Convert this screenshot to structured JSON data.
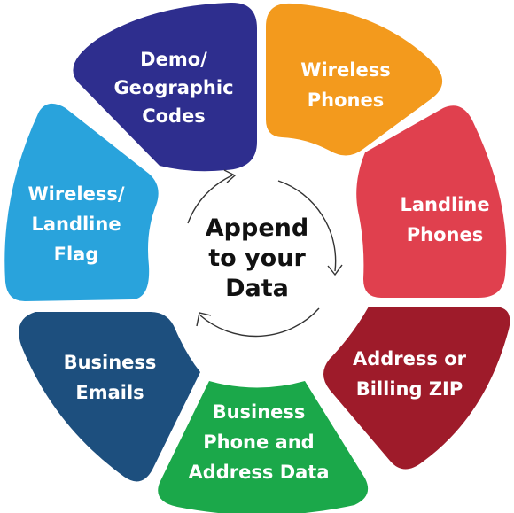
{
  "center": {
    "lines": [
      "Append",
      "to your",
      "Data"
    ]
  },
  "segments": [
    {
      "lines": [
        "Demo/",
        "Geographic",
        "Codes"
      ],
      "color": "#2e2e8e"
    },
    {
      "lines": [
        "Wireless",
        "Phones"
      ],
      "color": "#f39a1d"
    },
    {
      "lines": [
        "Landline",
        "Phones"
      ],
      "color": "#e0404e"
    },
    {
      "lines": [
        "Address or",
        "Billing ZIP"
      ],
      "color": "#9e1b2a"
    },
    {
      "lines": [
        "Business",
        "Phone and",
        "Address Data"
      ],
      "color": "#1ba84a"
    },
    {
      "lines": [
        "Business",
        "Emails"
      ],
      "color": "#1d4f7e"
    },
    {
      "lines": [
        "Wireless/",
        "Landline",
        "Flag"
      ],
      "color": "#29a3dc"
    }
  ]
}
